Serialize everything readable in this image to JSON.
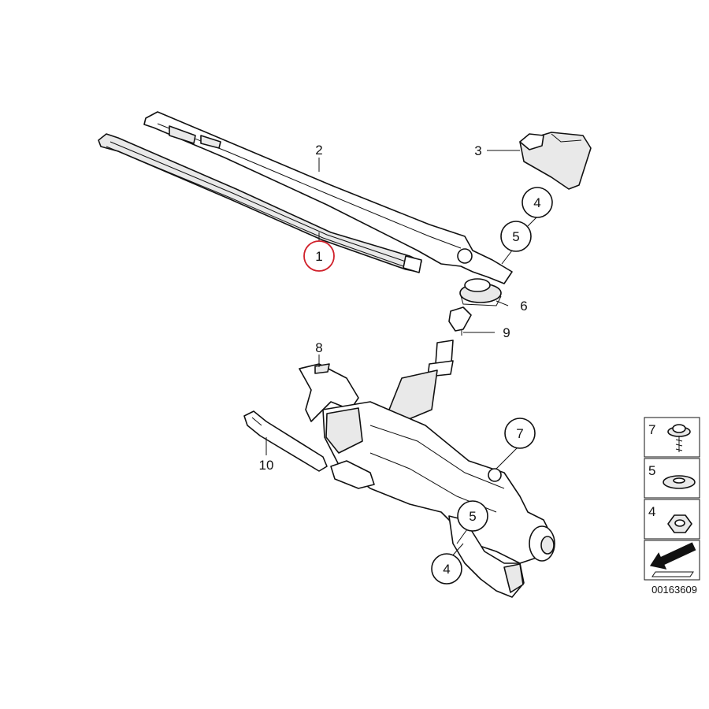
{
  "callouts": {
    "c1": "1",
    "c2": "2",
    "c3": "3",
    "c4_top": "4",
    "c5_top": "5",
    "c6": "6",
    "c7": "7",
    "c8": "8",
    "c9": "9",
    "c10": "10",
    "c5_bottom": "5",
    "c4_bottom": "4"
  },
  "legend": {
    "items": [
      {
        "number": "7",
        "icon": "screw-with-washer-icon"
      },
      {
        "number": "5",
        "icon": "washer-icon"
      },
      {
        "number": "4",
        "icon": "hex-nut-icon"
      }
    ],
    "arrow_icon": "direction-arrow-icon"
  },
  "diagram_number": "00163609",
  "colors": {
    "highlight": "#d0202a",
    "line": "#111111"
  }
}
